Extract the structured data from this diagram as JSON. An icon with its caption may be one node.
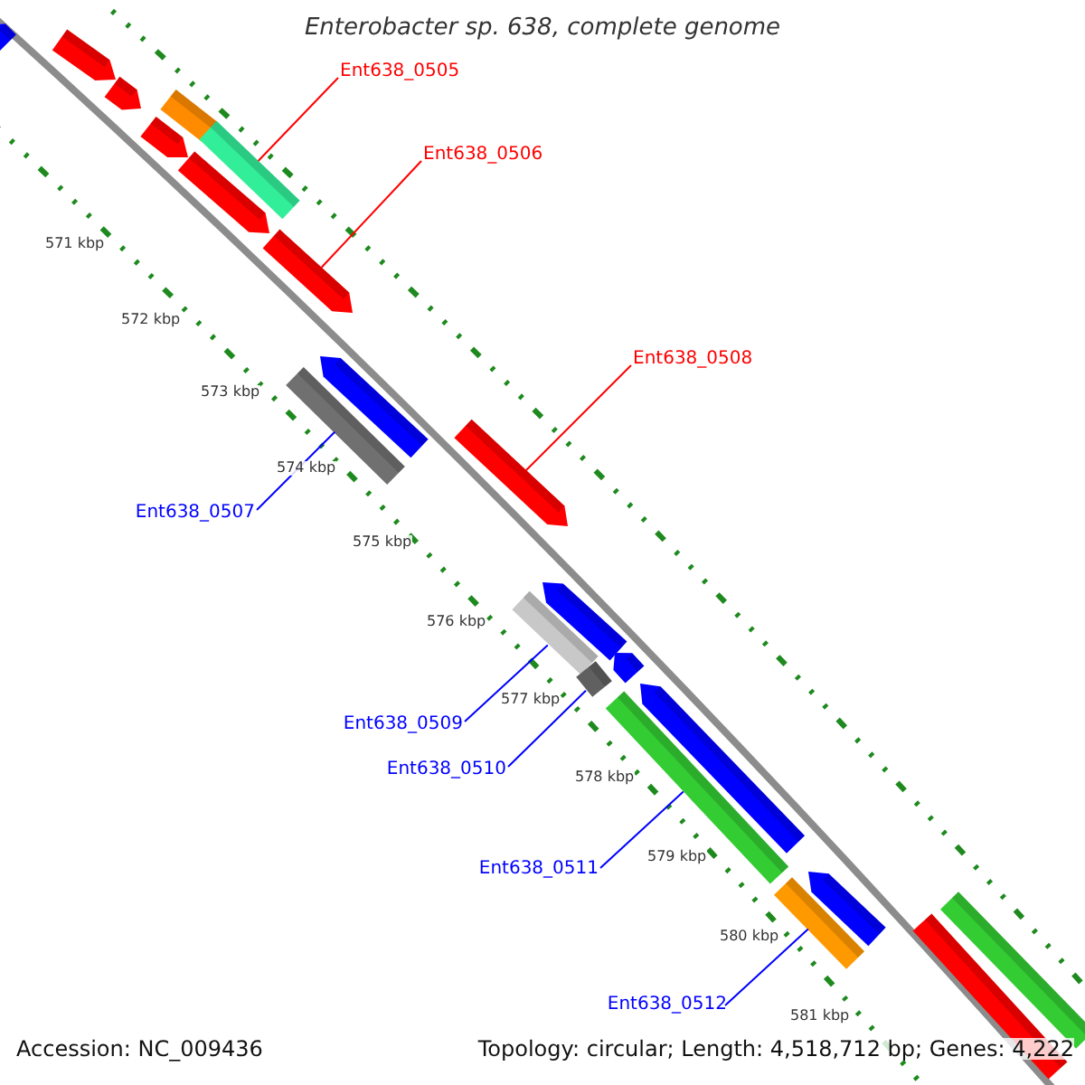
{
  "diagram": {
    "title": "Enterobacter sp. 638, complete genome",
    "nodes": [
      {
        "text": [
          "Ent638_0505"
        ]
      },
      {
        "text": [
          "Ent638_0506"
        ]
      },
      {
        "text": [
          "Ent638_0508"
        ]
      },
      {
        "text": [
          "Ent638_0507"
        ]
      },
      {
        "text": [
          "Ent638_0509"
        ]
      },
      {
        "text": [
          "Ent638_0510"
        ]
      },
      {
        "text": [
          "Ent638_0511"
        ]
      },
      {
        "text": [
          "Ent638_0512"
        ]
      },
      {
        "text": [],
        "shape": "bar"
      },
      {
        "text": [],
        "shape": "bar"
      },
      {
        "text": [],
        "shape": "bar"
      },
      {
        "text": [],
        "shape": "bar"
      },
      {
        "text": [],
        "shape": "bar"
      },
      {
        "text": [],
        "shape": "bar"
      },
      {
        "text": [],
        "shape": "bar"
      },
      {
        "text": [],
        "shape": "bar"
      }
    ],
    "edges": [
      {
        "from": 0,
        "to": 8,
        "arrow": "none",
        "color": "#ff0000"
      },
      {
        "from": 1,
        "to": 9,
        "arrow": "none",
        "color": "#ff0000"
      },
      {
        "from": 2,
        "to": 10,
        "arrow": "none",
        "color": "#ff0000"
      },
      {
        "from": 3,
        "to": 11,
        "arrow": "none"
      },
      {
        "from": 4,
        "to": 12,
        "arrow": "none"
      },
      {
        "from": 5,
        "to": 13,
        "arrow": "none"
      },
      {
        "from": 6,
        "to": 14,
        "arrow": "none"
      },
      {
        "from": 7,
        "to": 15,
        "arrow": "none"
      }
    ],
    "labels": [
      "571 kbp",
      "572 kbp",
      "573 kbp",
      "574 kbp",
      "575 kbp",
      "576 kbp",
      "577 kbp",
      "578 kbp",
      "579 kbp",
      "580 kbp",
      "581 kbp",
      "Accession: NC_009436",
      "Topology: circular; Length: 4,518,712 bp; Genes: 4,222"
    ]
  }
}
